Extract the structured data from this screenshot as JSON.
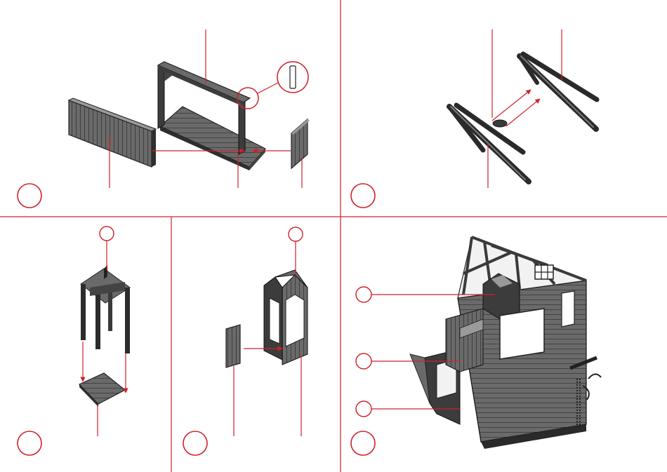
{
  "colors": {
    "accent": "#d0202a",
    "part_dark": "#3c3c3c",
    "part_mid": "#6a6a6a",
    "part_light": "#9a9a9a",
    "window_light": "#f2f2f2",
    "background": "#ffffff"
  },
  "panels": [
    {
      "id": "step-a",
      "icon": "callout-circle-icon"
    },
    {
      "id": "step-b",
      "icon": "callout-circle-icon"
    },
    {
      "id": "step-c",
      "icon": "callout-circle-icon"
    },
    {
      "id": "step-d",
      "icon": "callout-circle-icon"
    },
    {
      "id": "step-e",
      "icon": "callout-circle-icon"
    }
  ]
}
